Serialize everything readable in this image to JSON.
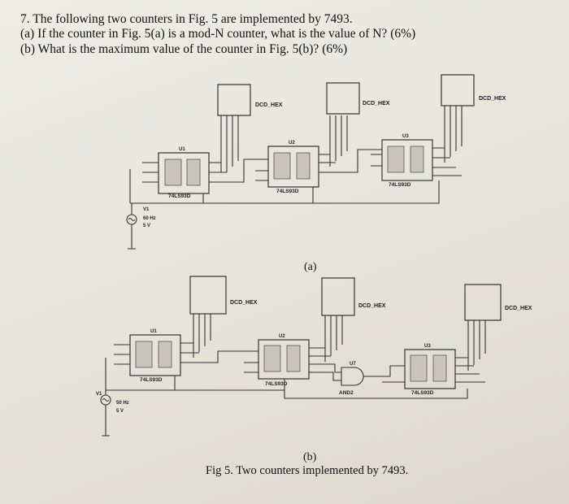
{
  "question": {
    "title": "7. The following two counters in Fig. 5 are implemented by 7493.",
    "part_a": "(a) If the counter in Fig. 5(a) is a mod-N counter, what is the value of N? (6%)",
    "part_b": "(b) What is the maximum value of the counter in Fig. 5(b)? (6%)"
  },
  "figure_a": {
    "subcaption": "(a)",
    "decoder_label": "DCD_HEX",
    "counter_part": "74LS93D",
    "counters": [
      "U1",
      "U2",
      "U3"
    ],
    "source": {
      "name": "V1",
      "freq": "60 Hz",
      "volt": "5 V"
    }
  },
  "figure_b": {
    "subcaption": "(b)",
    "decoder_label": "DCD_HEX",
    "counter_part": "74LS93D",
    "counters": [
      "U1",
      "U2",
      "U3"
    ],
    "gate": {
      "name": "U7",
      "type": "AND2"
    },
    "source": {
      "name": "V1",
      "freq": "50 Hz",
      "volt": "5 V"
    }
  },
  "caption": "Fig 5. Two counters implemented by 7493."
}
